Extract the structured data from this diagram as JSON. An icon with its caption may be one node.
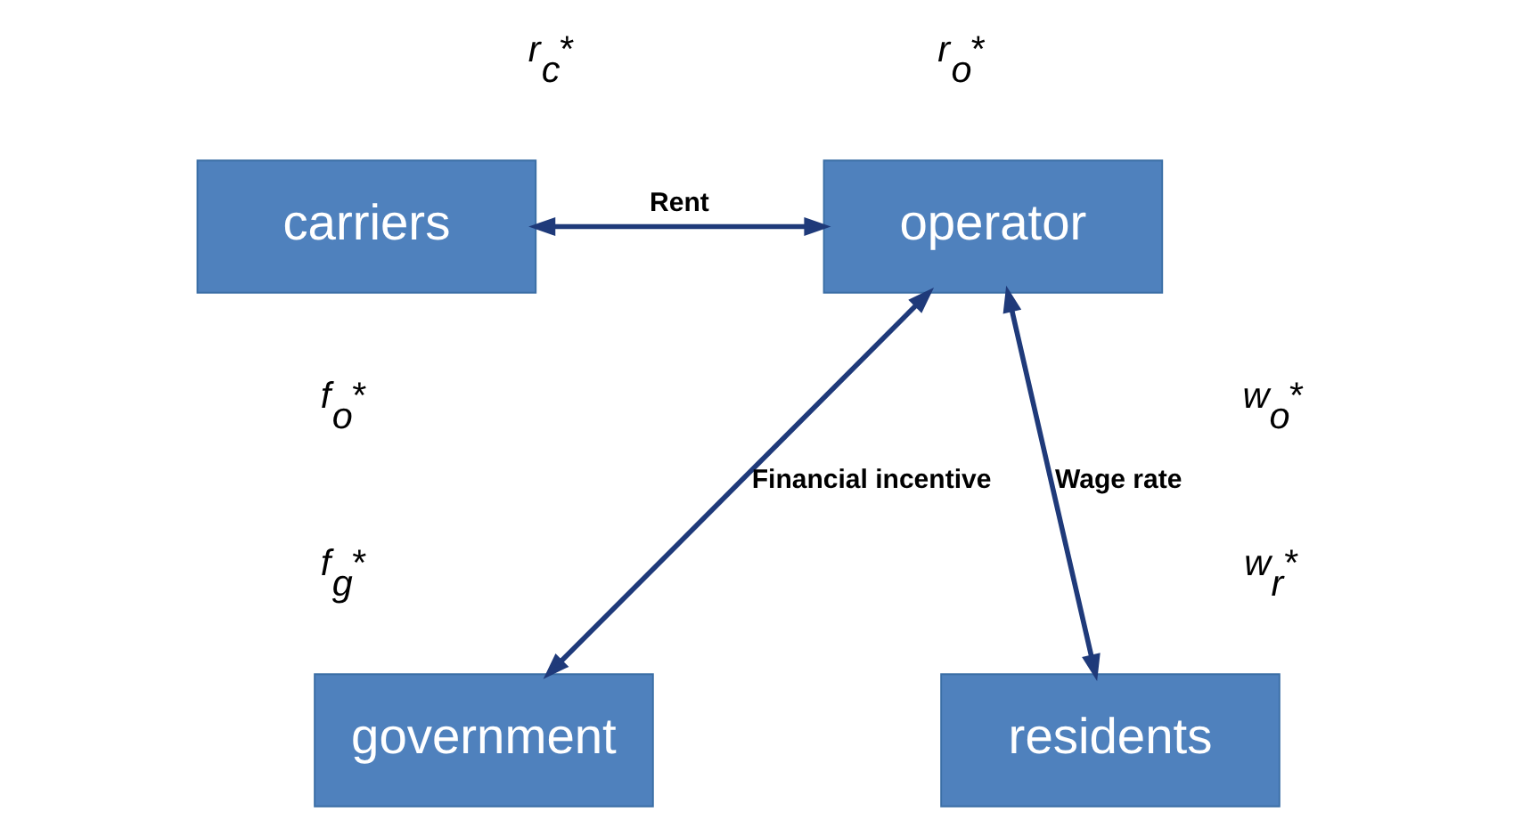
{
  "diagram": {
    "nodes": [
      {
        "text": [
          "carriers"
        ]
      },
      {
        "text": [
          "operator"
        ]
      },
      {
        "text": [
          "government"
        ]
      },
      {
        "text": [
          "residents"
        ]
      }
    ],
    "edges": [
      {
        "from": 0,
        "to": 1,
        "arrow": "both",
        "label": "Rent"
      },
      {
        "from": 1,
        "to": 2,
        "arrow": "both",
        "label": "Financial incentive"
      },
      {
        "from": 1,
        "to": 3,
        "arrow": "both",
        "label": "Wage rate"
      }
    ],
    "labels": [
      "r$_{c}$*",
      "r$_{o}$*",
      "f$_{o}$*",
      "w$_{o}$*",
      "f$_{g}$*",
      "w$_{r}$*"
    ]
  }
}
